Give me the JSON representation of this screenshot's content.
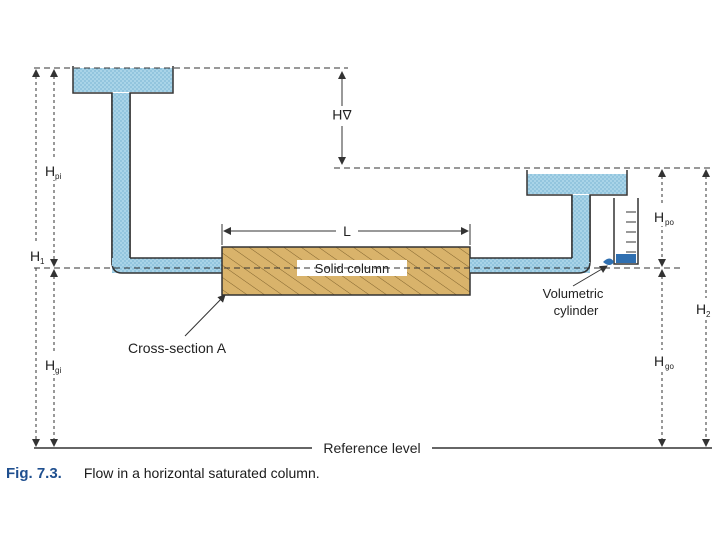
{
  "figure": {
    "number": "Fig. 7.3.",
    "title": "Flow in a horizontal saturated column."
  },
  "labels": {
    "delta_h": "ΔH",
    "h_pi": "H",
    "h_pi_sub": "pi",
    "h_1": "H",
    "h_1_sub": "1",
    "h_gi": "H",
    "h_gi_sub": "gi",
    "h_po": "H",
    "h_po_sub": "po",
    "h_go": "H",
    "h_go_sub": "go",
    "h_2": "H",
    "h_2_sub": "2",
    "length": "L",
    "solid_column": "Solid column",
    "cross_section": "Cross-section A",
    "cylinder_line1": "Volumetric",
    "cylinder_line2": "cylinder",
    "reference": "Reference level"
  },
  "colors": {
    "water": "#a9d4e8",
    "water_dark": "#2f6fb0",
    "soil": "#d9b36b",
    "line": "#333333"
  }
}
